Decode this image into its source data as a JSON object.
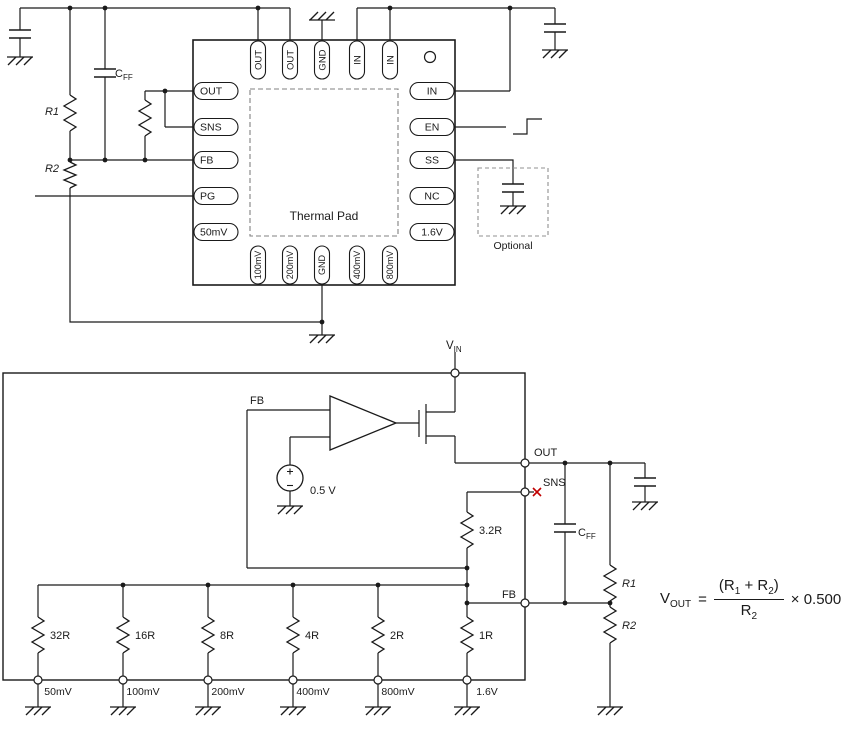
{
  "colors": {
    "ink": "#1a1a1a",
    "red_marker": "#c00000",
    "dashed_gray": "#808080"
  },
  "top_schematic": {
    "pins_top": [
      "OUT",
      "OUT",
      "GND",
      "IN",
      "IN"
    ],
    "pins_left": [
      "OUT",
      "SNS",
      "FB",
      "PG",
      "50mV"
    ],
    "pins_right": [
      "IN",
      "EN",
      "SS",
      "NC",
      "1.6V"
    ],
    "pins_bottom": [
      "100mV",
      "200mV",
      "GND",
      "400mV",
      "800mV"
    ],
    "thermal_pad": "Thermal Pad",
    "r1": "R1",
    "r2": "R2",
    "cff_base": "C",
    "cff_sub": "FF",
    "optional": "Optional"
  },
  "block_diagram": {
    "vin_base": "V",
    "vin_sub": "IN",
    "fb_net": "FB",
    "reference": "0.5 V",
    "r_sns": "3.2R",
    "out_pin": "OUT",
    "sns_pin": "SNS",
    "fb_pin": "FB",
    "ladder_resistors": [
      "32R",
      "16R",
      "8R",
      "4R",
      "2R",
      "1R"
    ],
    "ladder_pins": [
      "50mV",
      "100mV",
      "200mV",
      "400mV",
      "800mV",
      "1.6V"
    ],
    "cff_base": "C",
    "cff_sub": "FF",
    "r1": "R1",
    "r2": "R2"
  },
  "formula": {
    "lhs_base": "V",
    "lhs_sub": "OUT",
    "equals": "=",
    "num_open": "(R",
    "num_sub1": "1",
    "num_plus": " + R",
    "num_sub2": "2",
    "num_close": ")",
    "den_base": "R",
    "den_sub": "2",
    "times": "× 0.500"
  }
}
